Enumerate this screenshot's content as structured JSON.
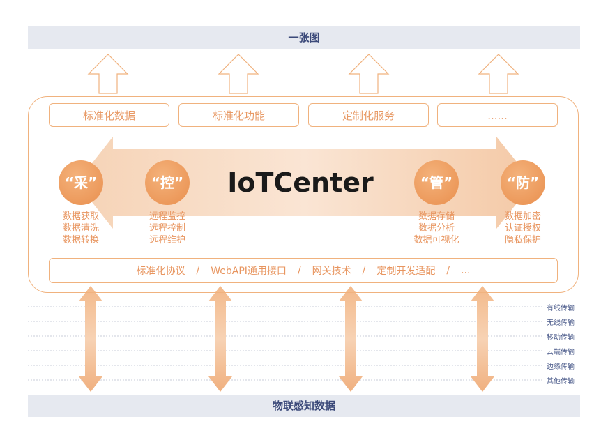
{
  "top_bar": "一张图",
  "bottom_bar": "物联感知数据",
  "services": [
    "标准化数据",
    "标准化功能",
    "定制化服务",
    "......"
  ],
  "center_title": "IoTCenter",
  "pillars": [
    {
      "label": "“采”",
      "items": [
        "数据获取",
        "数据清洗",
        "数据转换"
      ]
    },
    {
      "label": "“控”",
      "items": [
        "远程监控",
        "远程控制",
        "远程维护"
      ]
    },
    {
      "label": "“管”",
      "items": [
        "数据存储",
        "数据分析",
        "数据可视化"
      ]
    },
    {
      "label": "“防”",
      "items": [
        "数据加密",
        "认证授权",
        "隐私保护"
      ]
    }
  ],
  "bottom_band": [
    "标准化协议",
    "WebAPI通用接口",
    "网关技术",
    "定制开发适配",
    "..."
  ],
  "bottom_band_separator": "/",
  "transmissions": [
    "有线传输",
    "无线传输",
    "移动传输",
    "云端传输",
    "边缘传输",
    "其他传输"
  ],
  "colors": {
    "accent": "#e98f4e",
    "bar": "#e6e9f0",
    "bar_text": "#3c4a7a"
  }
}
